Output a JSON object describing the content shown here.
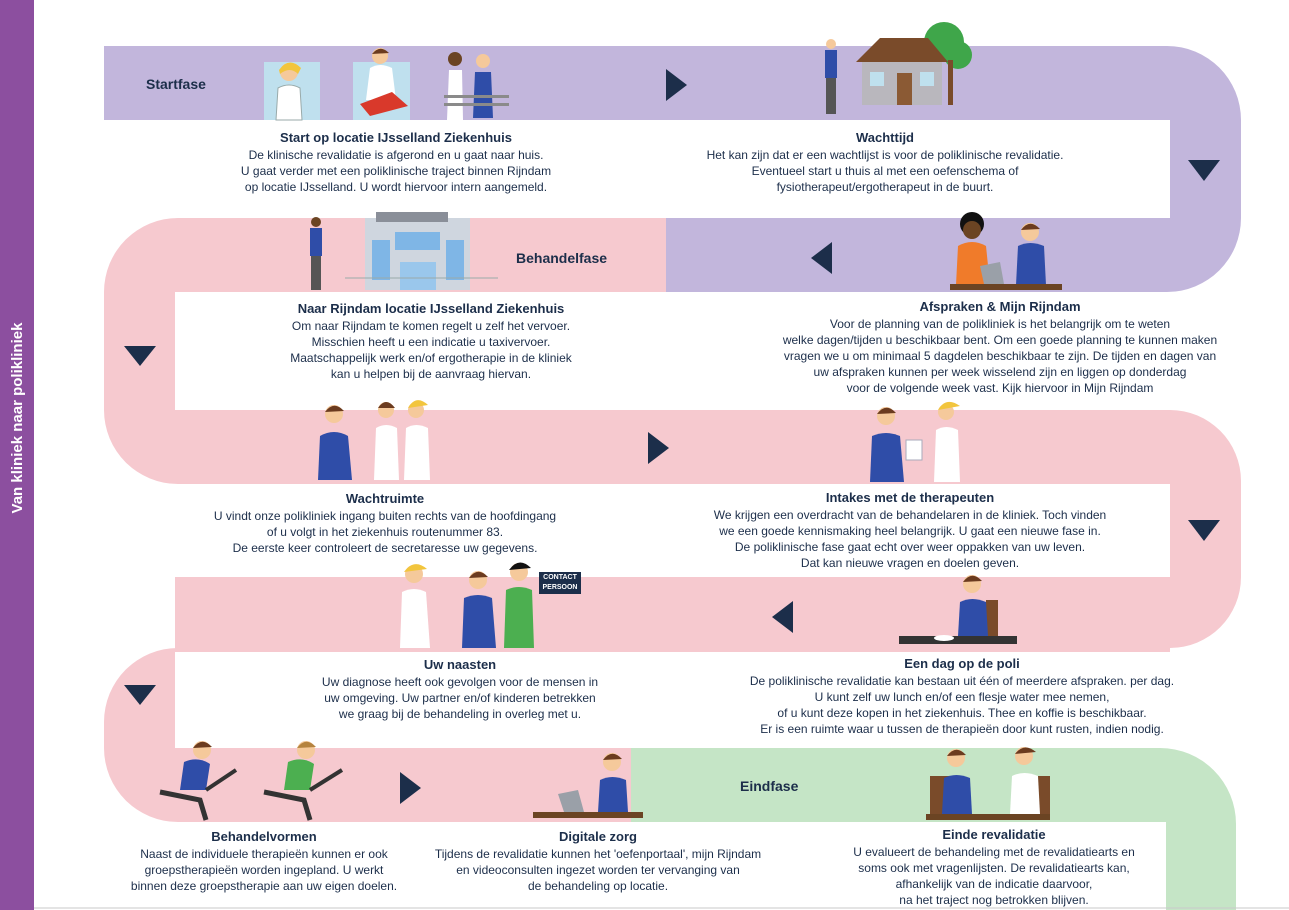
{
  "sidebar": {
    "title": "Van kliniek naar polikliniek"
  },
  "phases": {
    "start": "Startfase",
    "behandel": "Behandelfase",
    "eind": "Eindfase"
  },
  "colors": {
    "purple": "#c2b6dc",
    "pink": "#f6c9cf",
    "green": "#c5e5c6",
    "navy": "#1c2e4a",
    "sidebar": "#8c4f9f"
  },
  "contact_tag": [
    "CONTACT",
    "PERSOON"
  ],
  "steps": [
    {
      "title": "Start op locatie IJsselland Ziekenhuis",
      "lines": [
        "De klinische revalidatie is afgerond en u gaat naar huis.",
        "U gaat verder met een poliklinische traject binnen Rijndam",
        "op locatie IJsselland. U wordt hiervoor intern aangemeld."
      ]
    },
    {
      "title": "Wachttijd",
      "lines": [
        "Het kan zijn dat er een wachtlijst is voor de poliklinische revalidatie.",
        "Eventueel start u thuis al met een oefenschema of",
        "fysiotherapeut/ergotherapeut in de buurt."
      ]
    },
    {
      "title": "Naar Rijndam locatie IJsselland Ziekenhuis",
      "lines": [
        "Om naar Rijndam te komen regelt u zelf het vervoer.",
        "Misschien heeft u een indicatie u taxivervoer.",
        "Maatschappelijk werk en/of ergotherapie in de kliniek",
        "kan u helpen bij de aanvraag hiervan."
      ]
    },
    {
      "title": "Afspraken & Mijn Rijndam",
      "lines": [
        "Voor de planning van de polikliniek is het belangrijk om te weten",
        "welke dagen/tijden u beschikbaar bent. Om een goede planning te kunnen maken",
        "vragen we u om minimaal 5 dagdelen beschikbaar te zijn. De tijden en dagen van",
        "uw afspraken kunnen per week wisselend zijn en liggen op donderdag",
        "voor de volgende week vast. Kijk hiervoor in Mijn Rijndam"
      ]
    },
    {
      "title": "Wachtruimte",
      "lines": [
        "U vindt onze polikliniek ingang buiten rechts van de hoofdingang",
        "of u volgt in het ziekenhuis routenummer 83.",
        "De eerste keer controleert de secretaresse uw gegevens."
      ]
    },
    {
      "title": "Intakes met de therapeuten",
      "lines": [
        "We krijgen een overdracht van de behandelaren in de kliniek. Toch vinden",
        "we een goede kennismaking heel belangrijk. U gaat een nieuwe fase in.",
        "De poliklinische fase gaat echt over weer oppakken van uw leven.",
        "Dat kan nieuwe vragen en doelen geven."
      ]
    },
    {
      "title": "Uw naasten",
      "lines": [
        "Uw diagnose heeft ook gevolgen voor de mensen in",
        "uw omgeving. Uw partner en/of kinderen betrekken",
        "we graag bij de behandeling in overleg met u."
      ]
    },
    {
      "title": "Een dag op de poli",
      "lines": [
        "De poliklinische revalidatie kan bestaan uit één of meerdere afspraken. per dag.",
        "U kunt zelf uw lunch en/of een flesje water mee nemen,",
        "of u kunt deze kopen in het ziekenhuis. Thee en koffie is beschikbaar.",
        "Er is een ruimte waar u tussen de therapieën door kunt rusten, indien nodig."
      ]
    },
    {
      "title": "Behandelvormen",
      "lines": [
        "Naast de individuele therapieën kunnen er ook",
        "groepstherapieën worden ingepland. U werkt",
        "binnen deze groepstherapie aan uw eigen doelen."
      ]
    },
    {
      "title": "Digitale zorg",
      "lines": [
        "Tijdens de revalidatie kunnen het 'oefenportaal', mijn Rijndam",
        "en videoconsulten ingezet worden ter vervanging van",
        "de behandeling op locatie."
      ]
    },
    {
      "title": "Einde revalidatie",
      "lines": [
        "U evalueert de behandeling met de revalidatiearts en",
        "soms ook met vragenlijsten. De revalidatiearts kan,",
        "afhankelijk van de indicatie daarvoor,",
        "na het traject nog betrokken blijven."
      ]
    }
  ]
}
